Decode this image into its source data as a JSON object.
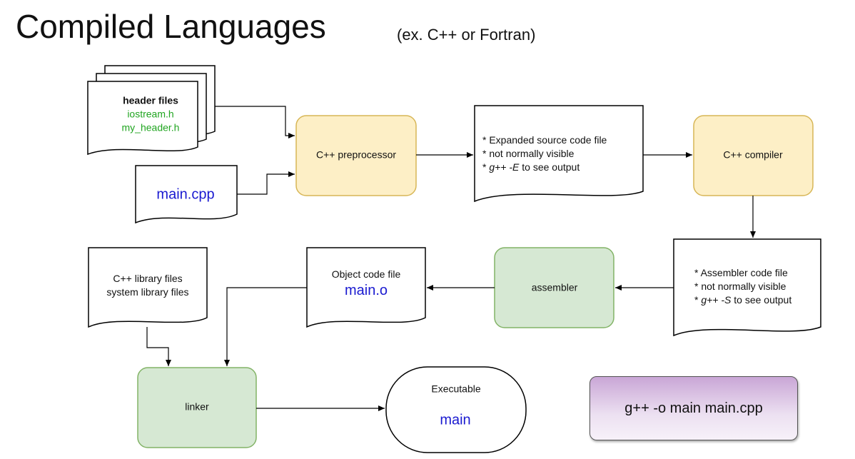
{
  "title": "Compiled Languages",
  "subtitle": "(ex. C++ or Fortran)",
  "nodes": {
    "header_files": {
      "heading": "header files",
      "files": [
        "iostream.h",
        "my_header.h"
      ]
    },
    "main_cpp": {
      "label": "main.cpp"
    },
    "preprocessor": {
      "label": "C++ preprocessor"
    },
    "expanded_source": {
      "lines": [
        "*  Expanded source code file",
        "*  not normally visible"
      ],
      "cmd_prefix": "*  ",
      "cmd": "g++ -E",
      "cmd_suffix": " to see output"
    },
    "compiler": {
      "label": "C++ compiler"
    },
    "assembler_code": {
      "lines": [
        "*  Assembler code file",
        "*  not normally visible"
      ],
      "cmd_prefix": "* ",
      "cmd": "g++ -S",
      "cmd_suffix": " to see output"
    },
    "assembler": {
      "label": "assembler"
    },
    "object_code": {
      "label": "Object code file",
      "file": "main.o"
    },
    "library_files": {
      "lines": [
        "C++ library files",
        "system library files"
      ]
    },
    "linker": {
      "label": "linker"
    },
    "executable": {
      "label": "Executable",
      "file": "main"
    }
  },
  "command": "g++ -o main main.cpp",
  "colors": {
    "process_yellow_fill": "#fdefc6",
    "process_yellow_stroke": "#d7b656",
    "process_green_fill": "#d6e8d3",
    "process_green_stroke": "#82b366",
    "file_green": "#21a521",
    "file_blue": "#1a1ad0"
  }
}
